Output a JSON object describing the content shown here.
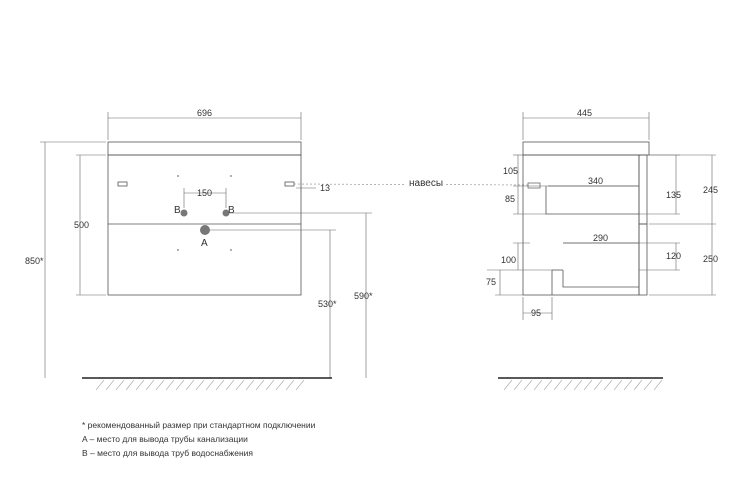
{
  "front_view": {
    "width_dim": "696",
    "height_dim": "850*",
    "drawer_height_dim": "500",
    "pipe_spacing_dim": "150",
    "hinge_offset_dim": "13",
    "pipe_b_height_dim": "590*",
    "pipe_a_height_dim": "530*",
    "label_a": "A",
    "label_b_left": "B",
    "label_b_right": "B"
  },
  "hinges_label": "навесы",
  "side_view": {
    "depth_dim": "445",
    "top_drawer_depth_dim": "340",
    "bottom_drawer_depth_dim": "290",
    "dim_105": "105",
    "dim_85": "85",
    "dim_100": "100",
    "dim_75": "75",
    "dim_95": "95",
    "dim_135": "135",
    "dim_120": "120",
    "dim_245": "245",
    "dim_250": "250"
  },
  "notes": [
    "* рекомендованный размер при стандартном подключении",
    "A – место для вывода трубы канализации",
    "B – место для вывода труб водоснабжения"
  ],
  "colors": {
    "line": "#555555",
    "pipe": "#777777",
    "floor": "#222222"
  }
}
